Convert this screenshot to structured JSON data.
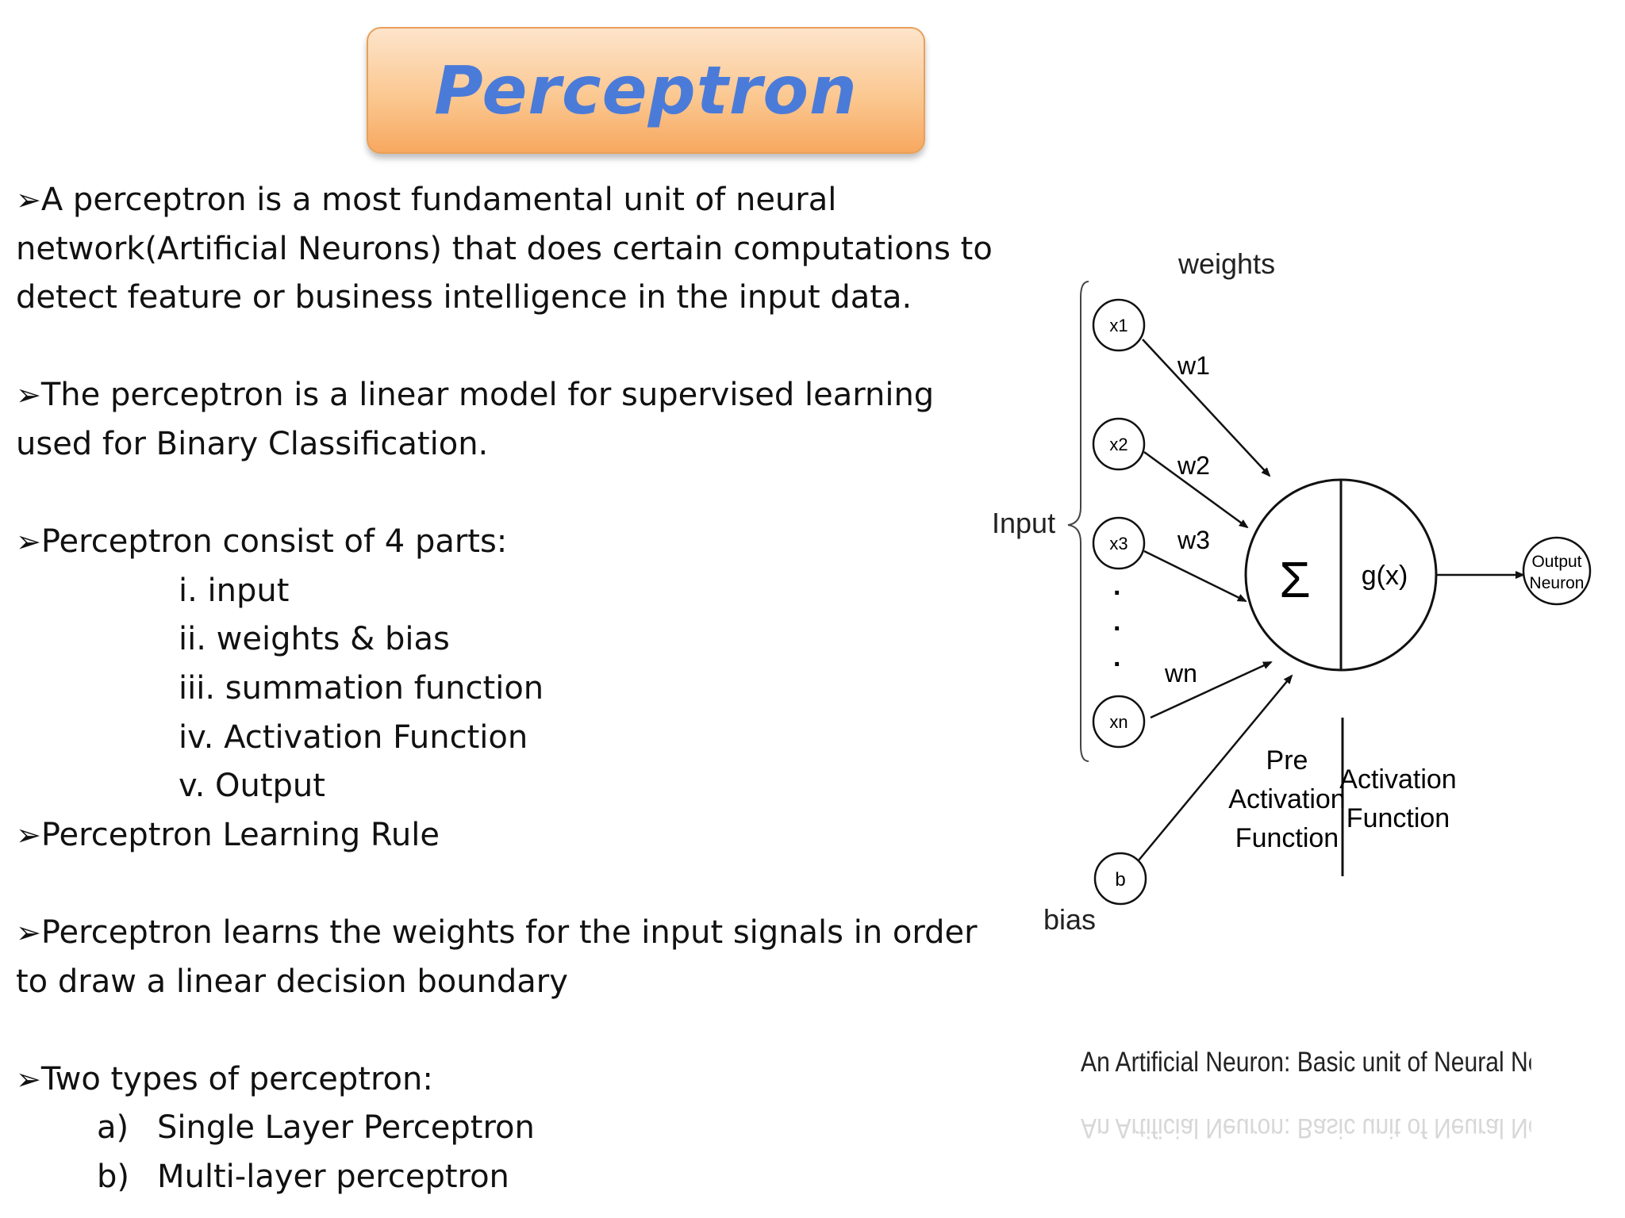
{
  "title": "Perceptron",
  "bullets": {
    "b1": "A perceptron is a most fundamental unit of  neural network(Artificial Neurons) that does certain computations to detect feature or business intelligence in the input data.",
    "b2": "The perceptron is a linear model for supervised learning used for Binary Classification.",
    "b3": "Perceptron consist of 4 parts:",
    "parts": [
      "i. input",
      "ii. weights & bias",
      "iii. summation function",
      "iv. Activation Function",
      "v. Output"
    ],
    "b4": "Perceptron Learning Rule",
    "b5": "Perceptron learns the weights for  the input signals in order to draw a linear decision boundary",
    "b6": "Two types of perceptron:",
    "types": [
      {
        "label": "a)",
        "text": "Single Layer Perceptron"
      },
      {
        "label": "b)",
        "text": "Multi-layer perceptron"
      }
    ]
  },
  "bullet_symbol": "➢",
  "diagram": {
    "weights_label": "weights",
    "input_label": "Input",
    "bias_label": "bias",
    "inputs": [
      "x1",
      "x2",
      "x3",
      "xn"
    ],
    "weights": [
      "w1",
      "w2",
      "w3",
      "wn"
    ],
    "bias_node": "b",
    "sum_symbol": "Σ",
    "activation_symbol": "g(x)",
    "output_line1": "Output",
    "output_line2": "Neuron",
    "pre_activation": [
      "Pre",
      "Activation",
      "Function"
    ],
    "activation": [
      "Activation",
      "Function"
    ],
    "dots": "."
  },
  "caption": "An Artificial Neuron: Basic unit of Neural Networks",
  "colors": {
    "title_text": "#4b7bd8",
    "title_bg": "#fbc891"
  }
}
